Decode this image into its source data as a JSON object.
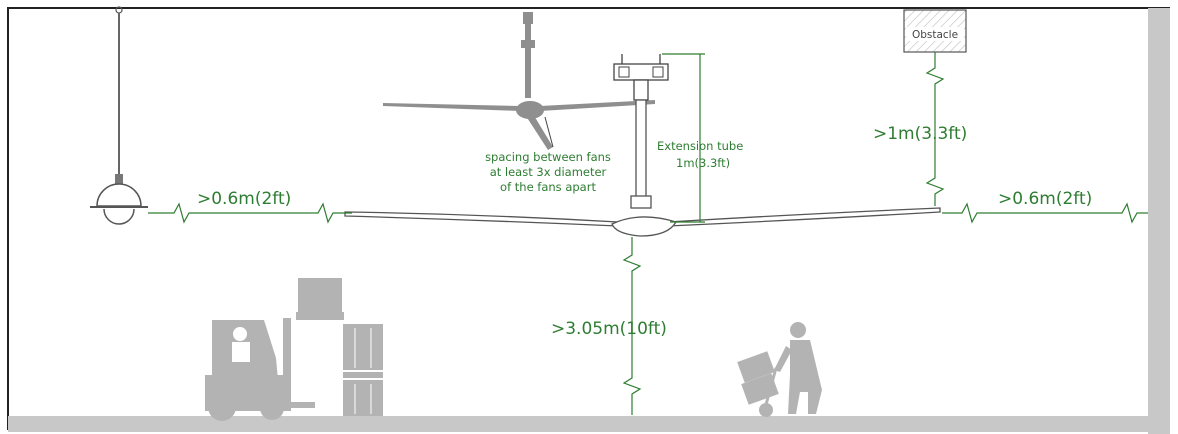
{
  "labels": {
    "side_left": ">0.6m(2ft)",
    "side_right": ">0.6m(2ft)",
    "obstacle_clearance": ">1m(3.3ft)",
    "floor_clearance": ">3.05m(10ft)",
    "extension_title": "Extension tube",
    "extension_value": "1m(3.3ft)",
    "spacing_line1": "spacing between fans",
    "spacing_line2": "at least 3x diameter",
    "spacing_line3": "of the fans apart",
    "obstacle": "Obstacle"
  },
  "colors": {
    "accent": "#2e7d32",
    "frame": "#222222",
    "wall": "#c8c8c8",
    "silhouette": "#b3b3b3",
    "fan_gray": "#8f8f8f"
  }
}
